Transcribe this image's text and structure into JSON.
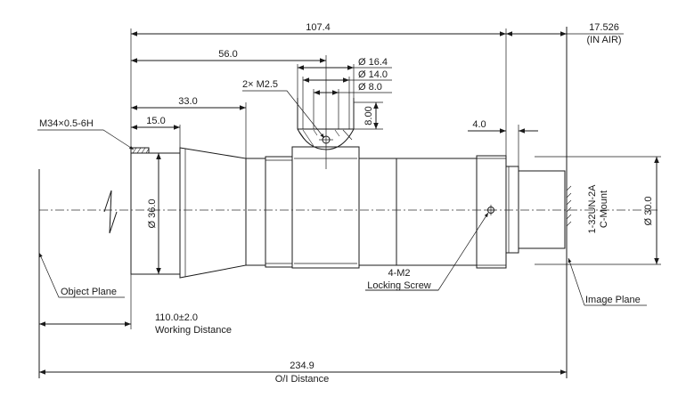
{
  "dimensions": {
    "overall_length": "107.4",
    "back_focus": "17.526",
    "back_focus_note": "(IN AIR)",
    "to_clamp": "56.0",
    "to_barrel_step": "33.0",
    "front_thread_len": "15.0",
    "clamp_d1": "Ø 16.4",
    "clamp_d2": "Ø 14.0",
    "clamp_d3": "Ø 8.0",
    "clamp_height": "8.00",
    "clamp_screws": "2× M2.5",
    "thread_front": "M34×0.5-6H",
    "front_diameter": "Ø 36.0",
    "rear_diameter": "Ø 30.0",
    "mount_step": "4.0",
    "mount_thread": "1-32UN-2A",
    "mount_type": "C-Mount"
  },
  "labels": {
    "locking_screw_count": "4-M2",
    "locking_screw": "Locking Screw",
    "object_plane": "Object Plane",
    "image_plane": "Image Plane",
    "working_distance_value": "110.0±2.0",
    "working_distance": "Working Distance",
    "oi_distance_value": "234.9",
    "oi_distance": "O/I Distance"
  },
  "colors": {
    "line": "#1a1a1a",
    "background": "#ffffff"
  }
}
